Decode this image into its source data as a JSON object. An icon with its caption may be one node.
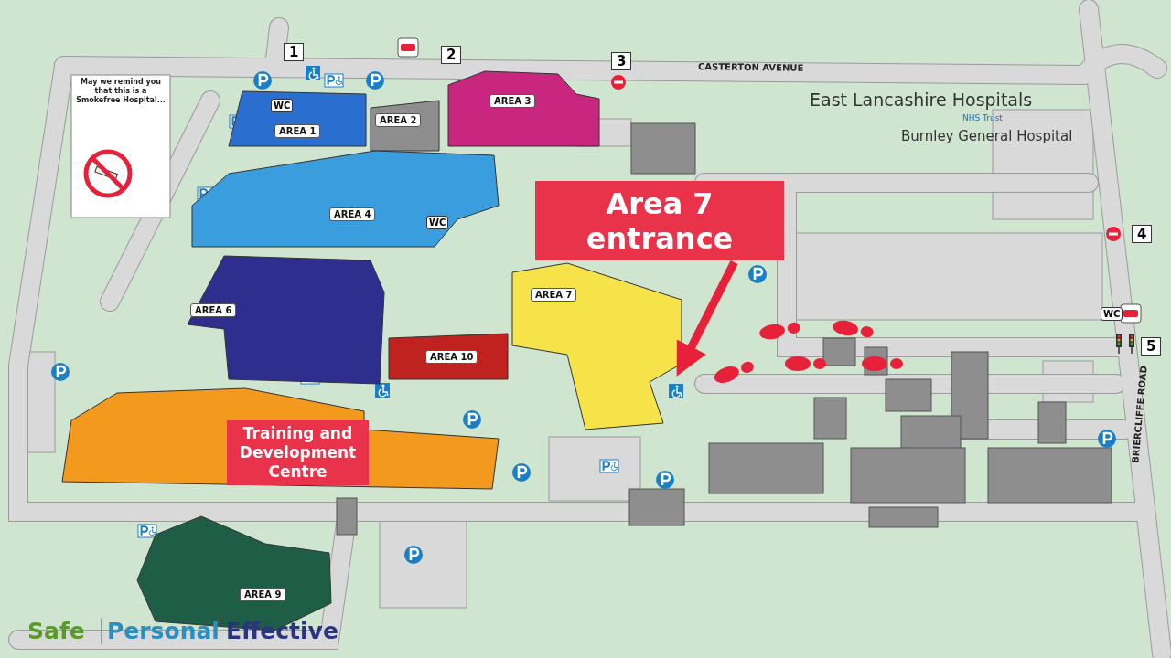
{
  "diagram": {
    "nodes": [
      {
        "text": [
          "AREA 3"
        ]
      },
      {
        "text": [
          "AREA 2"
        ]
      },
      {
        "text": [
          "AREA 1"
        ]
      },
      {
        "text": [
          "Area 7 entrance"
        ]
      },
      {
        "text": [
          "AREA 4"
        ]
      },
      {
        "text": [
          "AREA 7"
        ]
      },
      {
        "text": [
          "AREA 6"
        ]
      },
      {
        "text": [
          "AREA 10"
        ]
      },
      {
        "text": [
          "Training and Development Centre"
        ]
      },
      {
        "text": [
          "AREA 9"
        ]
      }
    ],
    "edges": [
      {
        "from": 3,
        "to": 5,
        "arrow": "to"
      }
    ],
    "labels": [
      "1",
      "2",
      "CASTERTON AVENUE",
      "3",
      "May we remind you that this is a Smokefree Hospital...",
      "WC",
      "East Lancashire Hospitals",
      "NHS Trust",
      "Burnley General Hospital",
      "WC",
      "4",
      "WC",
      "5",
      "BRIERCLIFFE ROAD",
      "Safe",
      "Personal",
      "Effective"
    ]
  }
}
